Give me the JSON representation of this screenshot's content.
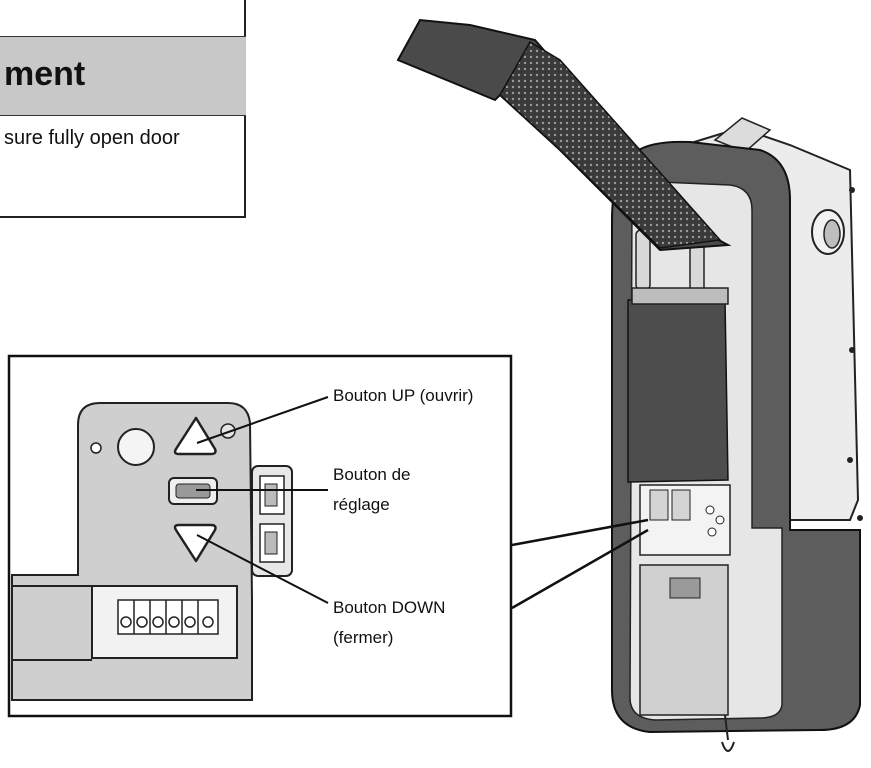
{
  "instruction_box": {
    "heading": "ment",
    "text": "sure fully open door"
  },
  "callouts": {
    "up_button": "Bouton UP (ouvrir)",
    "adjust_button_line1": "Bouton de",
    "adjust_button_line2": "réglage",
    "down_button_line1": "Bouton DOWN",
    "down_button_line2": "(fermer)"
  },
  "colors": {
    "panel_gray": "#cfcfcf",
    "housing_dark": "#5a5a5a",
    "housing_light": "#e4e4e4",
    "cover_dark": "#4a4a4a",
    "line": "#111111"
  }
}
